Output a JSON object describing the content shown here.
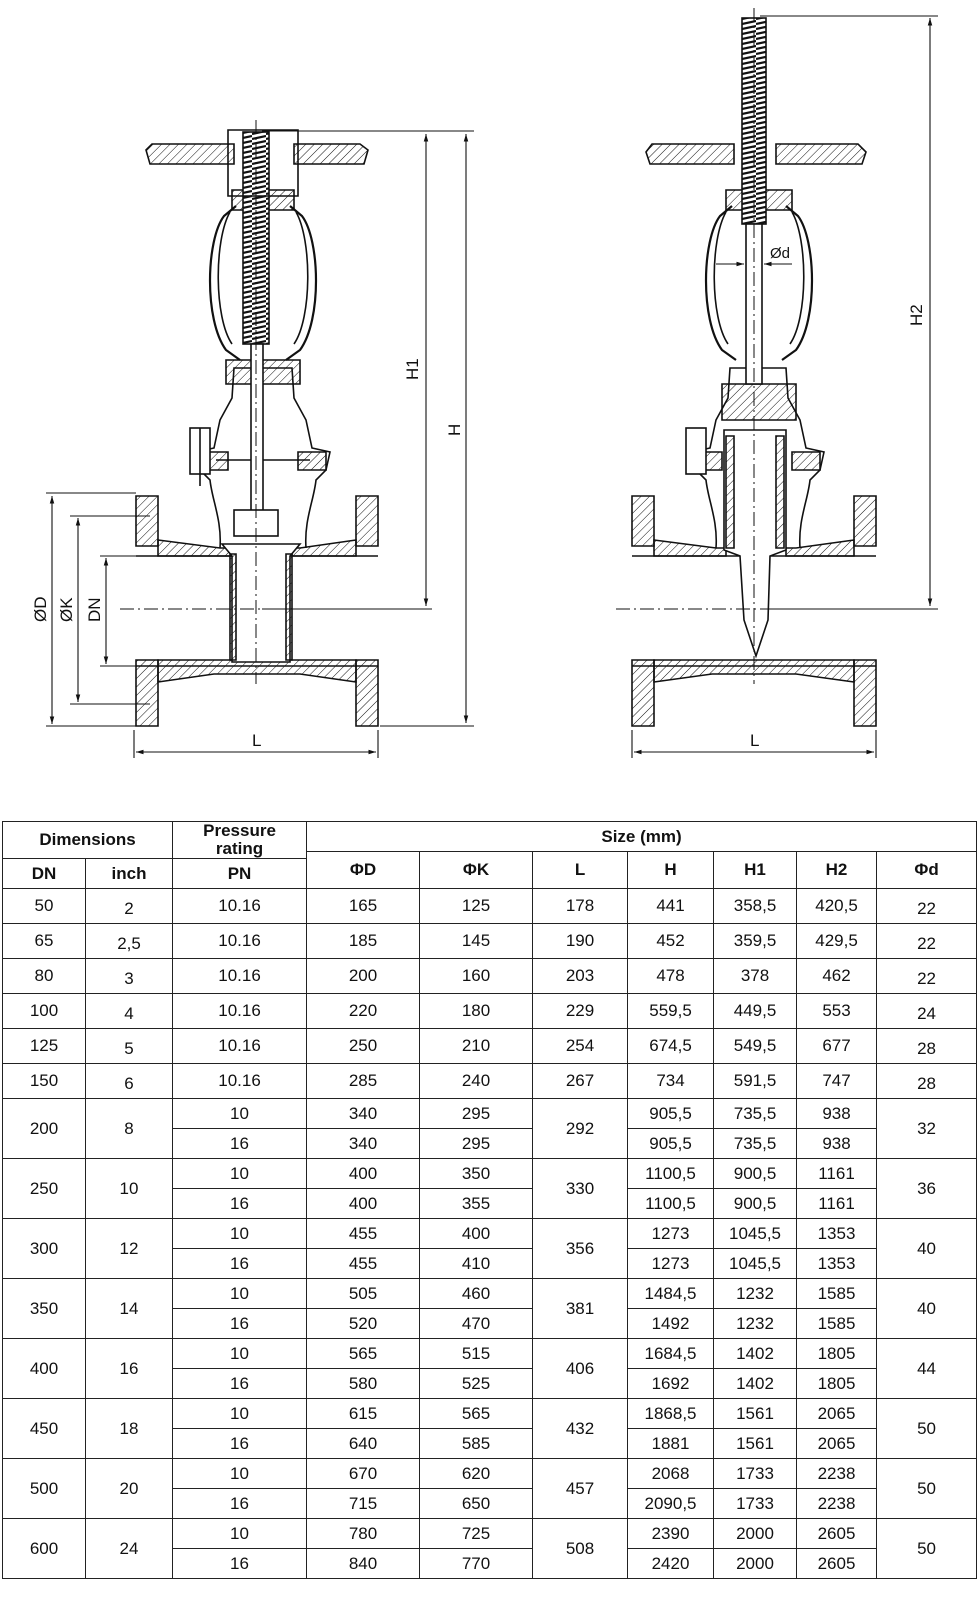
{
  "drawing": {
    "labels": {
      "od": "ØD",
      "ok": "ØK",
      "dn": "DN",
      "l_left": "L",
      "l_right": "L",
      "h1": "H1",
      "h": "H",
      "h2": "H2",
      "od_stem": "Ød"
    }
  },
  "table": {
    "headers": {
      "dimensions": "Dimensions",
      "pressure_line1": "Pressure",
      "pressure_line2": "rating",
      "size": "Size (mm)",
      "dn": "DN",
      "inch": "inch",
      "pn": "PN",
      "phi_d_big": "ΦD",
      "phi_k": "ΦK",
      "l": "L",
      "h": "H",
      "h1": "H1",
      "h2": "H2",
      "phi_d_small": "Φd"
    },
    "groups": [
      {
        "dn": "50",
        "inch": "2",
        "l": "178",
        "d": "22",
        "rows": [
          {
            "pn": "10.16",
            "D": "165",
            "K": "125",
            "H": "441",
            "H1": "358,5",
            "H2": "420,5"
          }
        ]
      },
      {
        "dn": "65",
        "inch": "2,5",
        "l": "190",
        "d": "22",
        "rows": [
          {
            "pn": "10.16",
            "D": "185",
            "K": "145",
            "H": "452",
            "H1": "359,5",
            "H2": "429,5"
          }
        ]
      },
      {
        "dn": "80",
        "inch": "3",
        "l": "203",
        "d": "22",
        "rows": [
          {
            "pn": "10.16",
            "D": "200",
            "K": "160",
            "H": "478",
            "H1": "378",
            "H2": "462"
          }
        ]
      },
      {
        "dn": "100",
        "inch": "4",
        "l": "229",
        "d": "24",
        "rows": [
          {
            "pn": "10.16",
            "D": "220",
            "K": "180",
            "H": "559,5",
            "H1": "449,5",
            "H2": "553"
          }
        ]
      },
      {
        "dn": "125",
        "inch": "5",
        "l": "254",
        "d": "28",
        "rows": [
          {
            "pn": "10.16",
            "D": "250",
            "K": "210",
            "H": "674,5",
            "H1": "549,5",
            "H2": "677"
          }
        ]
      },
      {
        "dn": "150",
        "inch": "6",
        "l": "267",
        "d": "28",
        "rows": [
          {
            "pn": "10.16",
            "D": "285",
            "K": "240",
            "H": "734",
            "H1": "591,5",
            "H2": "747"
          }
        ]
      },
      {
        "dn": "200",
        "inch": "8",
        "l": "292",
        "d": "32",
        "rows": [
          {
            "pn": "10",
            "D": "340",
            "K": "295",
            "H": "905,5",
            "H1": "735,5",
            "H2": "938"
          },
          {
            "pn": "16",
            "D": "340",
            "K": "295",
            "H": "905,5",
            "H1": "735,5",
            "H2": "938"
          }
        ]
      },
      {
        "dn": "250",
        "inch": "10",
        "l": "330",
        "d": "36",
        "rows": [
          {
            "pn": "10",
            "D": "400",
            "K": "350",
            "H": "1100,5",
            "H1": "900,5",
            "H2": "1161"
          },
          {
            "pn": "16",
            "D": "400",
            "K": "355",
            "H": "1100,5",
            "H1": "900,5",
            "H2": "1161"
          }
        ]
      },
      {
        "dn": "300",
        "inch": "12",
        "l": "356",
        "d": "40",
        "rows": [
          {
            "pn": "10",
            "D": "455",
            "K": "400",
            "H": "1273",
            "H1": "1045,5",
            "H2": "1353"
          },
          {
            "pn": "16",
            "D": "455",
            "K": "410",
            "H": "1273",
            "H1": "1045,5",
            "H2": "1353"
          }
        ]
      },
      {
        "dn": "350",
        "inch": "14",
        "l": "381",
        "d": "40",
        "rows": [
          {
            "pn": "10",
            "D": "505",
            "K": "460",
            "H": "1484,5",
            "H1": "1232",
            "H2": "1585"
          },
          {
            "pn": "16",
            "D": "520",
            "K": "470",
            "H": "1492",
            "H1": "1232",
            "H2": "1585"
          }
        ]
      },
      {
        "dn": "400",
        "inch": "16",
        "l": "406",
        "d": "44",
        "rows": [
          {
            "pn": "10",
            "D": "565",
            "K": "515",
            "H": "1684,5",
            "H1": "1402",
            "H2": "1805"
          },
          {
            "pn": "16",
            "D": "580",
            "K": "525",
            "H": "1692",
            "H1": "1402",
            "H2": "1805"
          }
        ]
      },
      {
        "dn": "450",
        "inch": "18",
        "l": "432",
        "d": "50",
        "rows": [
          {
            "pn": "10",
            "D": "615",
            "K": "565",
            "H": "1868,5",
            "H1": "1561",
            "H2": "2065"
          },
          {
            "pn": "16",
            "D": "640",
            "K": "585",
            "H": "1881",
            "H1": "1561",
            "H2": "2065"
          }
        ]
      },
      {
        "dn": "500",
        "inch": "20",
        "l": "457",
        "d": "50",
        "rows": [
          {
            "pn": "10",
            "D": "670",
            "K": "620",
            "H": "2068",
            "H1": "1733",
            "H2": "2238"
          },
          {
            "pn": "16",
            "D": "715",
            "K": "650",
            "H": "2090,5",
            "H1": "1733",
            "H2": "2238"
          }
        ]
      },
      {
        "dn": "600",
        "inch": "24",
        "l": "508",
        "d": "50",
        "rows": [
          {
            "pn": "10",
            "D": "780",
            "K": "725",
            "H": "2390",
            "H1": "2000",
            "H2": "2605"
          },
          {
            "pn": "16",
            "D": "840",
            "K": "770",
            "H": "2420",
            "H1": "2000",
            "H2": "2605"
          }
        ]
      }
    ]
  }
}
